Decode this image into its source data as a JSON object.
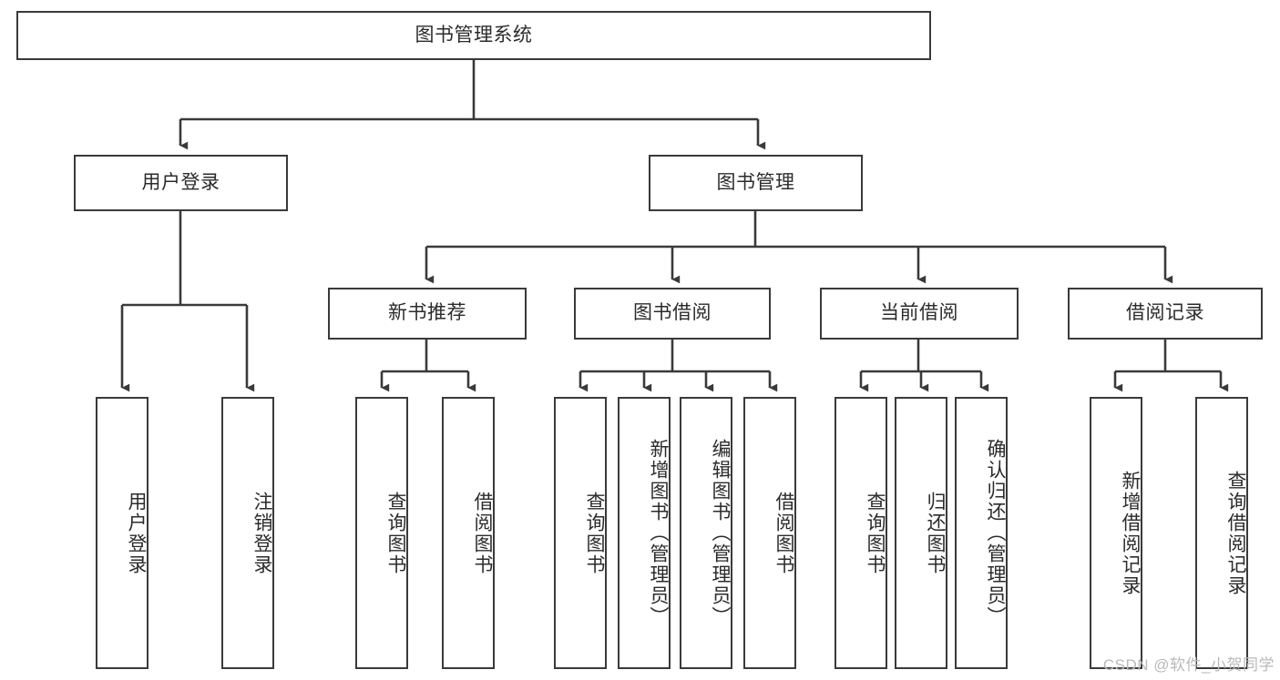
{
  "diagram": {
    "title": "图书管理系统",
    "watermark": "CSDN @软件_小贺同学",
    "line_color": "#3a3a3a",
    "text_color": "#2b2b2b",
    "background": "#ffffff",
    "nodes": {
      "root": "图书管理系统",
      "user_login": "用户登录",
      "book_manage": "图书管理",
      "new_book_rec": "新书推荐",
      "book_borrow": "图书借阅",
      "current_borrow": "当前借阅",
      "borrow_record": "借阅记录",
      "leaf_user_login": "用户登录",
      "leaf_logout": "注销登录",
      "leaf_query_book_1": "查询图书",
      "leaf_borrow_book_1": "借阅图书",
      "leaf_query_book_2": "查询图书",
      "leaf_add_book_admin": "新增图书（管理员）",
      "leaf_edit_book_admin": "编辑图书（管理员）",
      "leaf_borrow_book_2": "借阅图书",
      "leaf_query_book_3": "查询图书",
      "leaf_return_book": "归还图书",
      "leaf_confirm_return_admin": "确认归还（管理员）",
      "leaf_add_record": "新增借阅记录",
      "leaf_query_record": "查询借阅记录"
    }
  }
}
